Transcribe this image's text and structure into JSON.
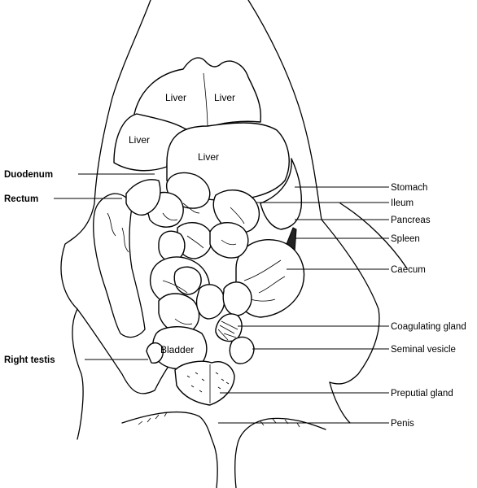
{
  "diagram": {
    "inner_labels": {
      "liver_upper_left": "Liver",
      "liver_upper_right": "Liver",
      "liver_left": "Liver",
      "liver_center": "Liver",
      "bladder": "Bladder"
    },
    "left_labels": {
      "duodenum": "Duodenum",
      "rectum": "Rectum",
      "right_testis": "Right testis"
    },
    "right_labels": {
      "stomach": "Stomach",
      "ileum": "Ileum",
      "pancreas": "Pancreas",
      "spleen": "Spleen",
      "caecum": "Caecum",
      "coagulating_gland": "Coagulating gland",
      "seminal_vesicle": "Seminal vesicle",
      "preputial_gland": "Preputial gland",
      "penis": "Penis"
    }
  }
}
